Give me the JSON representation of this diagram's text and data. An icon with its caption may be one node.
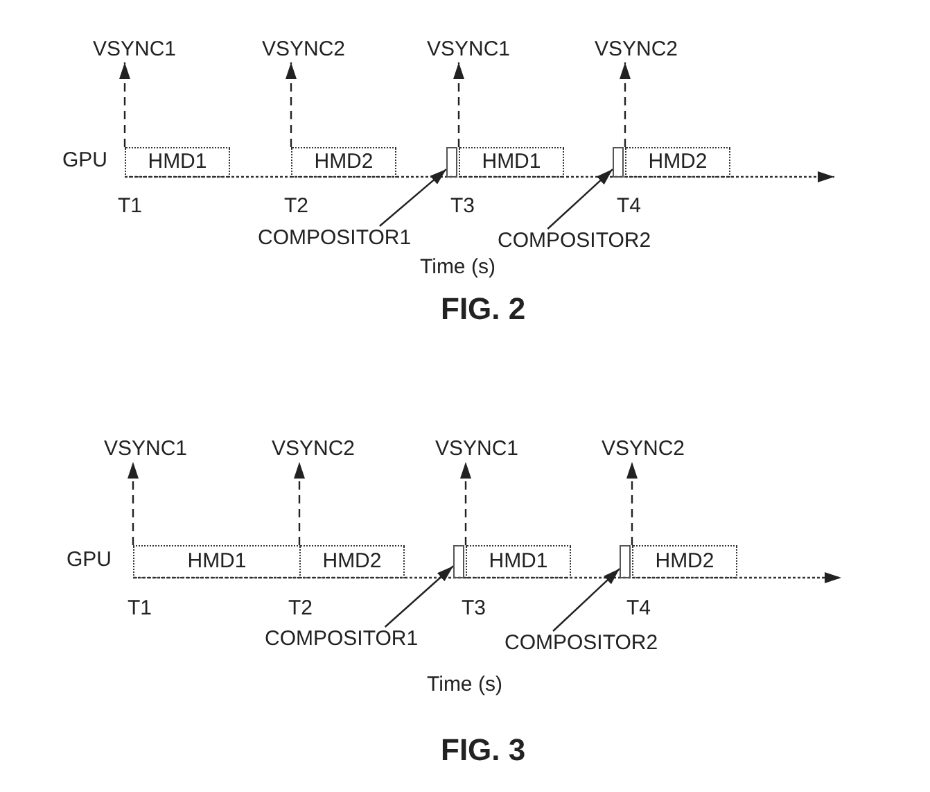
{
  "diagram": {
    "nodes": [
      {
        "text": [
          "VSYNC1"
        ]
      },
      {
        "text": [
          "VSYNC2"
        ]
      },
      {
        "text": [
          "VSYNC1"
        ]
      },
      {
        "text": [
          "VSYNC2"
        ]
      },
      {
        "text": [
          "HMD1"
        ]
      },
      {
        "text": [
          "HMD2"
        ]
      },
      {
        "text": [],
        "shape": "box"
      },
      {
        "text": [
          "HMD1"
        ]
      },
      {
        "text": [],
        "shape": "box"
      },
      {
        "text": [
          "HMD2"
        ]
      },
      {
        "text": [
          "COMPOSITOR1"
        ]
      },
      {
        "text": [
          "COMPOSITOR2"
        ]
      },
      {
        "text": [
          "VSYNC1"
        ]
      },
      {
        "text": [
          "VSYNC2"
        ]
      },
      {
        "text": [
          "VSYNC1"
        ]
      },
      {
        "text": [
          "VSYNC2"
        ]
      },
      {
        "text": [
          "HMD1"
        ]
      },
      {
        "text": [
          "HMD2"
        ]
      },
      {
        "text": [],
        "shape": "box"
      },
      {
        "text": [
          "HMD1"
        ]
      },
      {
        "text": [],
        "shape": "box"
      },
      {
        "text": [
          "HMD2"
        ]
      },
      {
        "text": [
          "COMPOSITOR1"
        ]
      },
      {
        "text": [
          "COMPOSITOR2"
        ]
      }
    ],
    "edges": [
      {
        "from": 4,
        "to": 0,
        "arrow": "to",
        "style": "dashed"
      },
      {
        "from": 5,
        "to": 1,
        "arrow": "to",
        "style": "dashed"
      },
      {
        "from": 7,
        "to": 2,
        "arrow": "to",
        "style": "dashed"
      },
      {
        "from": 9,
        "to": 3,
        "arrow": "to",
        "style": "dashed"
      },
      {
        "from": 10,
        "to": 6,
        "arrow": "to"
      },
      {
        "from": 11,
        "to": 8,
        "arrow": "to"
      },
      {
        "from": 16,
        "to": 12,
        "arrow": "to",
        "style": "dashed"
      },
      {
        "from": 17,
        "to": 13,
        "arrow": "to",
        "style": "dashed"
      },
      {
        "from": 19,
        "to": 14,
        "arrow": "to",
        "style": "dashed"
      },
      {
        "from": 21,
        "to": 15,
        "arrow": "to",
        "style": "dashed"
      },
      {
        "from": 22,
        "to": 18,
        "arrow": "to"
      },
      {
        "from": 23,
        "to": 20,
        "arrow": "to"
      }
    ],
    "labels": [
      "GPU",
      "T1",
      "T2",
      "T3",
      "T4",
      "Time (s)",
      "FIG. 2",
      "GPU",
      "T1",
      "T2",
      "T3",
      "T4",
      "Time (s)",
      "FIG. 3"
    ]
  }
}
